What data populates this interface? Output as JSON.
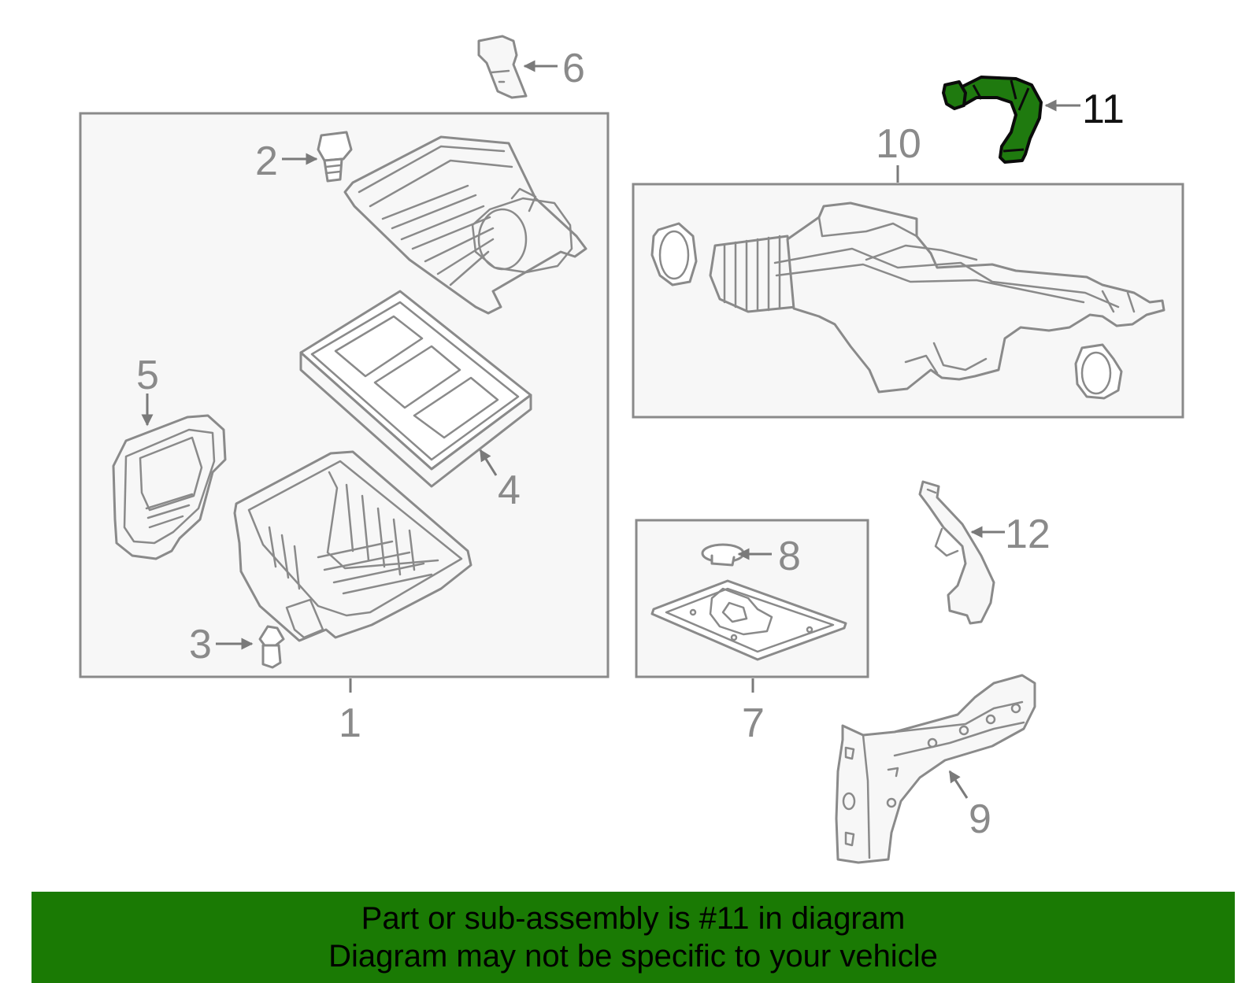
{
  "diagram": {
    "highlighted_part": "11",
    "callouts": [
      "1",
      "2",
      "3",
      "4",
      "5",
      "6",
      "7",
      "8",
      "9",
      "10",
      "11",
      "12"
    ],
    "highlight_color": "#1a7a04"
  },
  "banner": {
    "line1": "Part or sub-assembly is #11 in diagram",
    "line2": "Diagram may not be specific to your vehicle"
  }
}
